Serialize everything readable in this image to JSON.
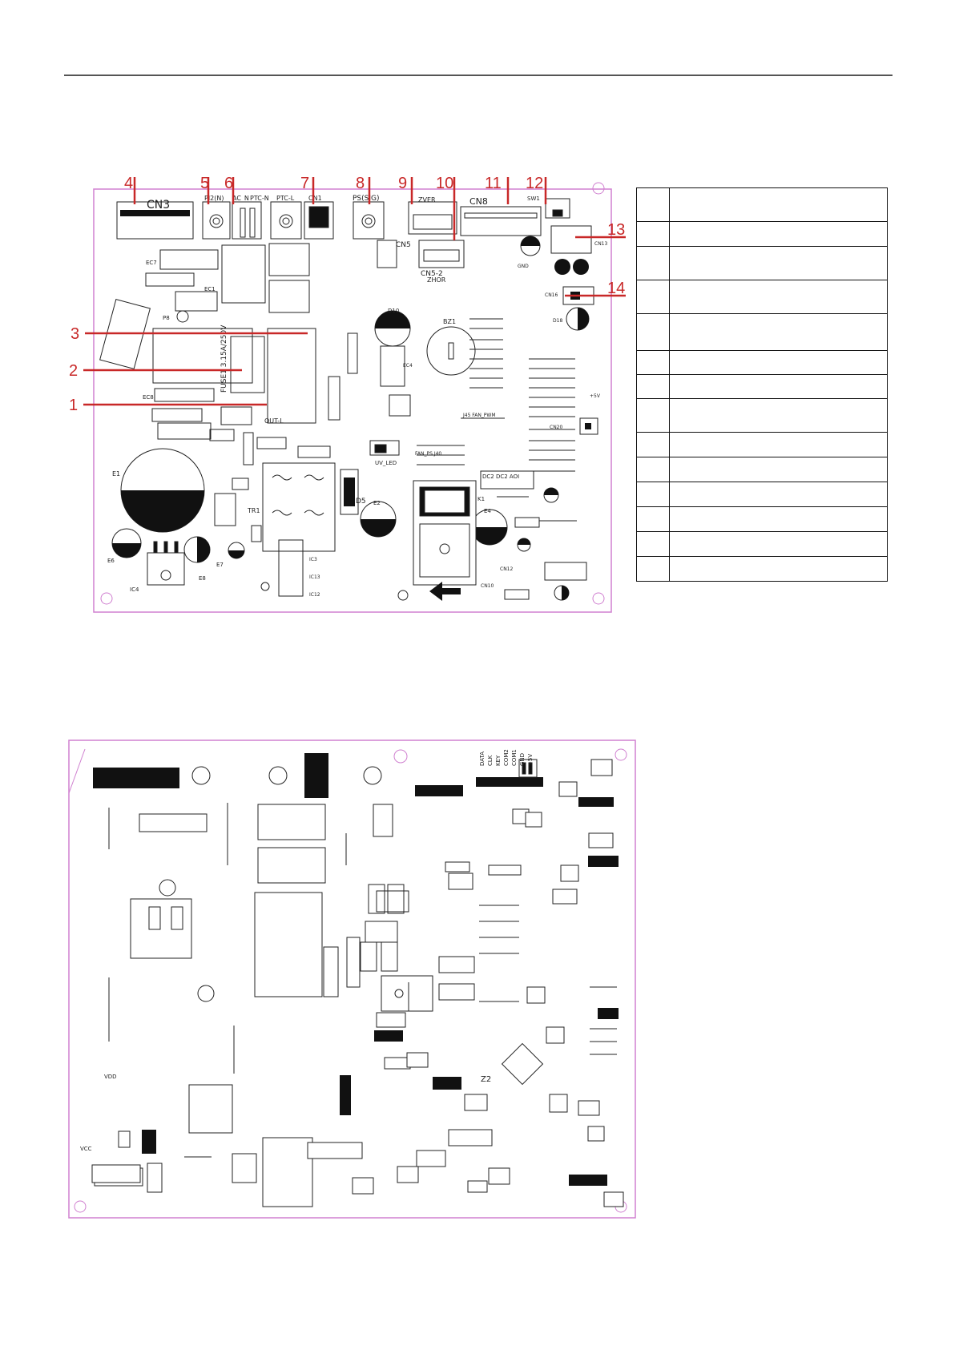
{
  "board_top": {
    "labels": {
      "cn3": "CN3",
      "cn8": "CN8",
      "zver": "ZVER",
      "zhor": "ZHOR",
      "cn5": "CN5",
      "cn5_2": "CN5-2",
      "pi2n": "PI2(N)",
      "ac_n": "AC_N",
      "ptc_n": "PTC-N",
      "ptc_l": "PTC-L",
      "cn1": "CN1",
      "ps_sig": "PS(SIG)",
      "sw1": "SW1",
      "bz1": "BZ1",
      "fuse": "FUSE1 3.15A/250V",
      "out_l": "OUT-L",
      "tr1": "TR1",
      "d5": "D5",
      "k1": "K1",
      "e1": "E1",
      "e2": "E2",
      "e4": "E4",
      "e6": "E6",
      "e7": "E7",
      "e8": "E8",
      "ic4": "IC4",
      "ic3": "IC3",
      "ic12": "IC12",
      "ic13": "IC13",
      "uv_led": "UV_LED",
      "p8": "P8",
      "ec8": "EC8",
      "ec7": "EC7",
      "ec1": "EC1",
      "ec4": "EC4",
      "gnd": "GND",
      "plus5v": "+5V",
      "d10": "D10",
      "d18": "D18",
      "d5b": "D5",
      "cn10": "CN10",
      "cn12": "CN12",
      "cn13": "CN13",
      "cn20": "CN20",
      "cn16": "CN16",
      "dc": "DC2 DC2 AOI",
      "fan": "FAN_PS J40",
      "fan_pwm": "J45 FAN_PWM"
    },
    "callouts": [
      "1",
      "2",
      "3",
      "4",
      "5",
      "6",
      "7",
      "8",
      "9",
      "10",
      "11",
      "12",
      "13",
      "14"
    ]
  },
  "board_bottom": {
    "labels": {
      "data": "DATA",
      "clk": "CLK",
      "key": "KEY",
      "com2": "COM2",
      "com1": "COM1",
      "gnd": "GND",
      "plus5v": "+5V",
      "z2": "Z2",
      "vcc": "VCC",
      "vdd": "VDD"
    }
  },
  "legend_rows": [
    {
      "num": "",
      "desc": ""
    },
    {
      "num": "",
      "desc": ""
    },
    {
      "num": "",
      "desc": ""
    },
    {
      "num": "",
      "desc": ""
    },
    {
      "num": "",
      "desc": ""
    },
    {
      "num": "",
      "desc": ""
    },
    {
      "num": "",
      "desc": ""
    },
    {
      "num": "",
      "desc": ""
    },
    {
      "num": "",
      "desc": ""
    },
    {
      "num": "",
      "desc": ""
    },
    {
      "num": "",
      "desc": ""
    },
    {
      "num": "",
      "desc": ""
    },
    {
      "num": "",
      "desc": ""
    },
    {
      "num": "",
      "desc": ""
    }
  ],
  "colors": {
    "callout": "#c82828",
    "board_outline": "#d080d0",
    "ink": "#111111"
  }
}
